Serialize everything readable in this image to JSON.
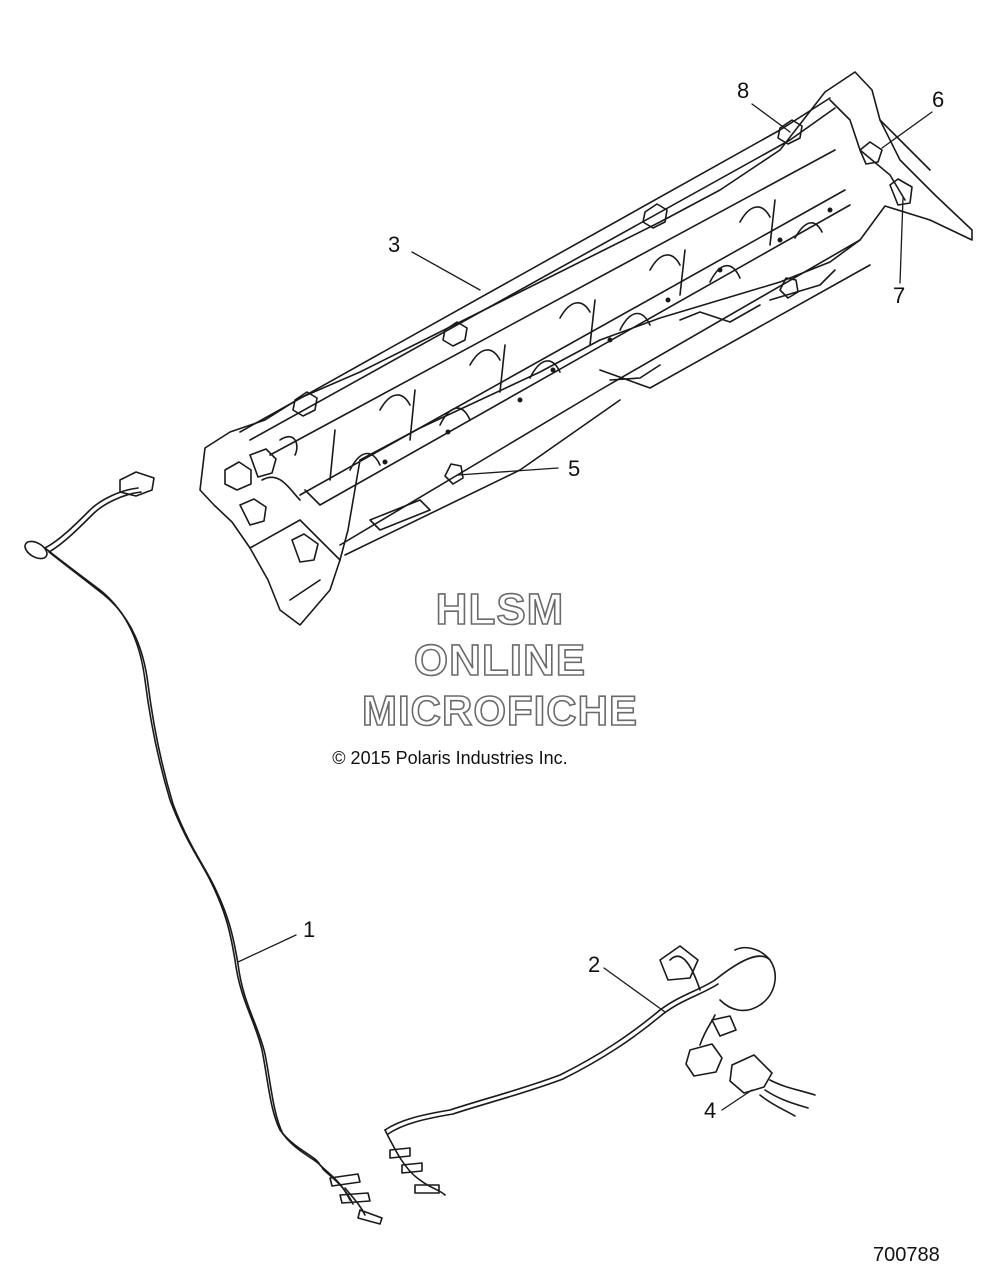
{
  "callouts": {
    "c1": "1",
    "c2": "2",
    "c3": "3",
    "c4": "4",
    "c5": "5",
    "c6": "6",
    "c7": "7",
    "c8": "8"
  },
  "watermark": {
    "line1": "HLSM",
    "line2": "ONLINE",
    "line3": "MICROFICHE"
  },
  "copyright": "© 2015 Polaris Industries Inc.",
  "figure_number": "700788",
  "colors": {
    "line": "#1a1a1a",
    "watermark_stroke": "#6a6a6a"
  }
}
